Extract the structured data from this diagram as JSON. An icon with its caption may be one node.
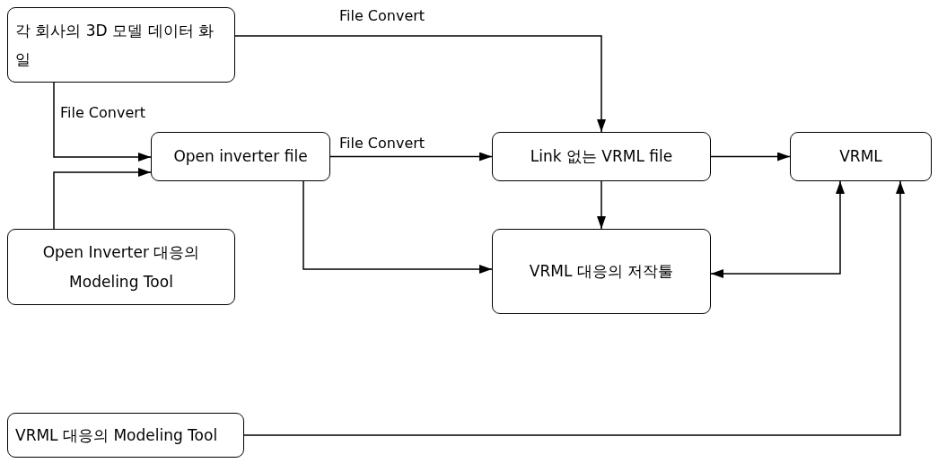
{
  "diagram": {
    "nodes": [
      {
        "text": [
          "각 회사의 3D 모델 데이터 화일"
        ]
      },
      {
        "text": [
          "Open inverter file"
        ]
      },
      {
        "text": [
          "Link 없는 VRML file"
        ]
      },
      {
        "text": [
          "VRML"
        ]
      },
      {
        "text": [
          "Open Inverter 대응의 Modeling Tool"
        ]
      },
      {
        "text": [
          "VRML 대응의 저작툴"
        ]
      },
      {
        "text": [
          "VRML 대응의 Modeling Tool"
        ]
      }
    ],
    "edges": [
      {
        "from": 0,
        "to": 2,
        "arrow": "to",
        "label": "File Convert"
      },
      {
        "from": 0,
        "to": 1,
        "arrow": "to",
        "label": "File Convert"
      },
      {
        "from": 4,
        "to": 1,
        "arrow": "to"
      },
      {
        "from": 1,
        "to": 2,
        "arrow": "to",
        "label": "File Convert"
      },
      {
        "from": 2,
        "to": 3,
        "arrow": "to"
      },
      {
        "from": 2,
        "to": 5,
        "arrow": "to"
      },
      {
        "from": 1,
        "to": 5,
        "arrow": "to"
      },
      {
        "from": 5,
        "to": 3,
        "arrow": "both"
      },
      {
        "from": 6,
        "to": 3,
        "arrow": "to"
      }
    ]
  }
}
